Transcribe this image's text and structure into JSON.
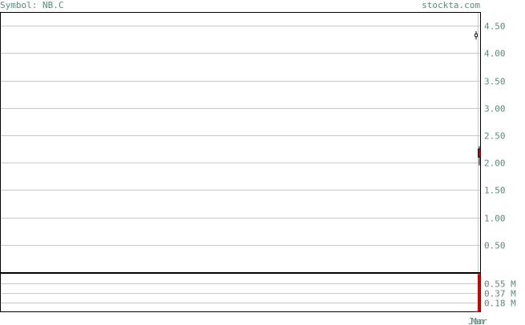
{
  "header": {
    "symbol": "Symbol: NB.C",
    "site": "stockta.com"
  },
  "colors": {
    "grid": "#c8c8c8",
    "frame": "#000000",
    "text": "#5b8a7b",
    "down_candle": "#cc0000",
    "volume_bar": "#cc0000",
    "up_candle": "#ffffff"
  },
  "chart_data": [
    {
      "type": "candlestick",
      "title": "",
      "ylim": [
        0,
        4.75
      ],
      "y_ticks": [
        {
          "value": 4.5,
          "label": "4.50"
        },
        {
          "value": 4.0,
          "label": "4.00"
        },
        {
          "value": 3.5,
          "label": "3.50"
        },
        {
          "value": 3.0,
          "label": "3.00"
        },
        {
          "value": 2.5,
          "label": "2.50"
        },
        {
          "value": 2.0,
          "label": "2.00"
        },
        {
          "value": 1.5,
          "label": "1.50"
        },
        {
          "value": 1.0,
          "label": "1.00"
        },
        {
          "value": 0.5,
          "label": "0.50"
        }
      ],
      "x_labels": [
        "Jan",
        "Mar"
      ],
      "candles": [
        {
          "open": 4.3,
          "high": 4.4,
          "low": 4.25,
          "close": 4.35,
          "direction": "up"
        },
        {
          "open": 2.25,
          "high": 2.3,
          "low": 1.95,
          "close": 2.1,
          "direction": "down"
        }
      ],
      "grid": true
    },
    {
      "type": "bar",
      "title": "",
      "ylim": [
        0,
        0.75
      ],
      "y_ticks": [
        {
          "value": 0.55,
          "label": "0.55 M"
        },
        {
          "value": 0.37,
          "label": "0.37 M"
        },
        {
          "value": 0.18,
          "label": "0.18 M"
        }
      ],
      "values": [
        0.02,
        0.73
      ],
      "grid": true
    }
  ]
}
